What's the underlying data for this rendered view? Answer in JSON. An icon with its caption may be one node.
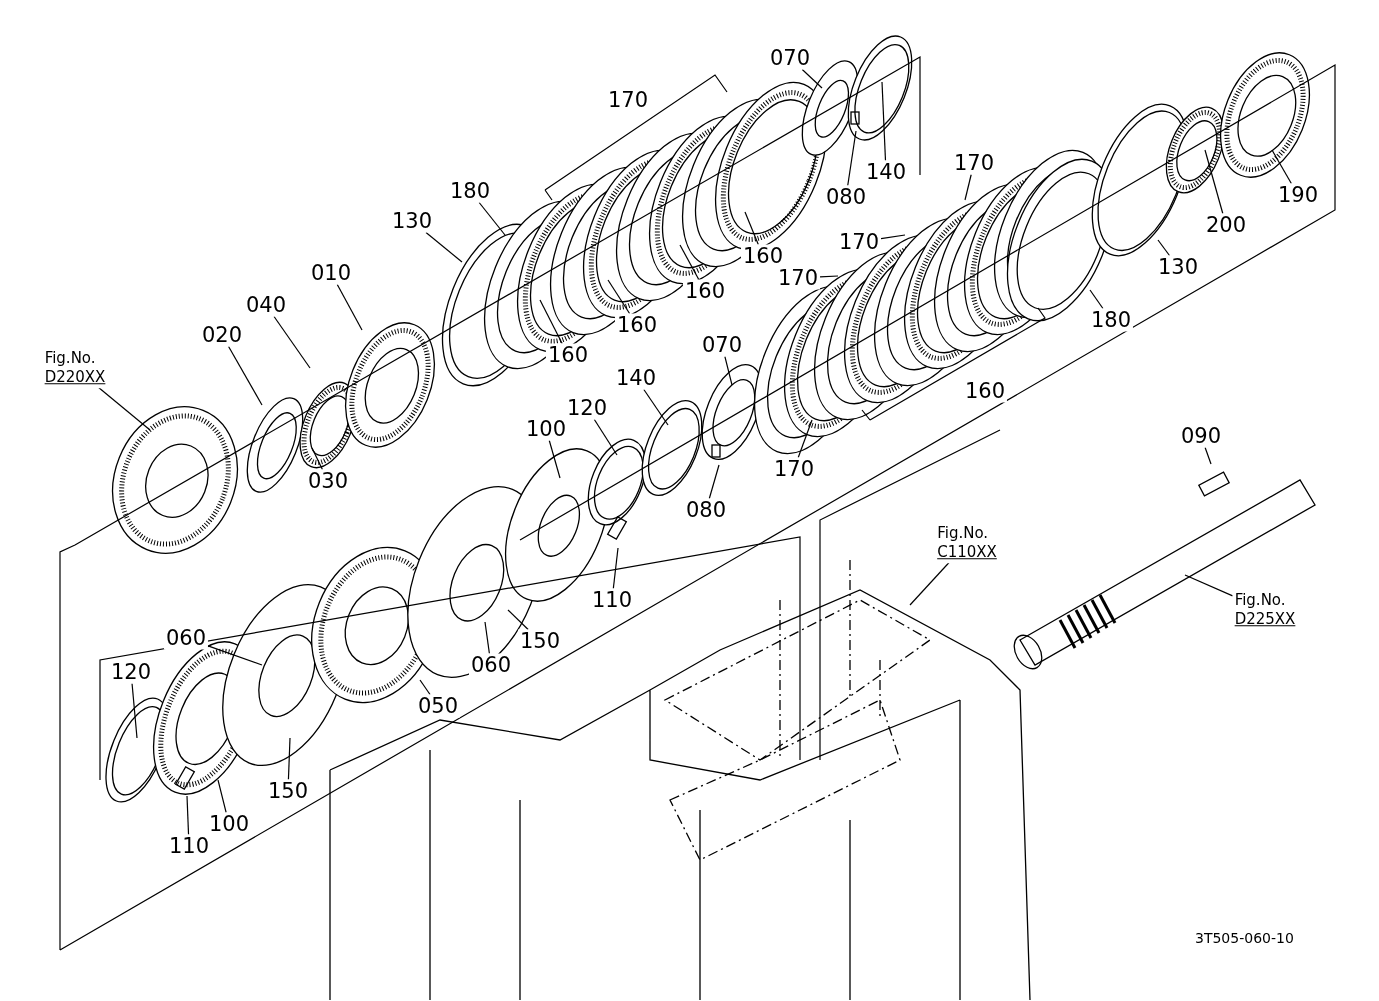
{
  "diagram": {
    "nodes": [
      {
        "text": [
          "Fig.No.",
          "D220XX"
        ]
      },
      {
        "text": [
          "020"
        ]
      },
      {
        "text": [
          "040"
        ]
      },
      {
        "text": [
          "010"
        ]
      },
      {
        "text": [
          "030"
        ]
      },
      {
        "text": [
          "130"
        ]
      },
      {
        "text": [
          "180"
        ]
      },
      {
        "text": [
          "170"
        ]
      },
      {
        "text": [
          "160"
        ]
      },
      {
        "text": [
          "160"
        ]
      },
      {
        "text": [
          "160"
        ]
      },
      {
        "text": [
          "160"
        ]
      },
      {
        "text": [
          "070"
        ]
      },
      {
        "text": [
          "080"
        ]
      },
      {
        "text": [
          "140"
        ]
      },
      {
        "text": [
          "170"
        ]
      },
      {
        "text": [
          "170"
        ]
      },
      {
        "text": [
          "170"
        ]
      },
      {
        "text": [
          "180"
        ]
      },
      {
        "text": [
          "160"
        ]
      },
      {
        "text": [
          "130"
        ]
      },
      {
        "text": [
          "200"
        ]
      },
      {
        "text": [
          "190"
        ]
      },
      {
        "text": [
          "070"
        ]
      },
      {
        "text": [
          "140"
        ]
      },
      {
        "text": [
          "120"
        ]
      },
      {
        "text": [
          "100"
        ]
      },
      {
        "text": [
          "080"
        ]
      },
      {
        "text": [
          "170"
        ]
      },
      {
        "text": [
          "110"
        ]
      },
      {
        "text": [
          "060"
        ]
      },
      {
        "text": [
          "120"
        ]
      },
      {
        "text": [
          "110"
        ]
      },
      {
        "text": [
          "100"
        ]
      },
      {
        "text": [
          "150"
        ]
      },
      {
        "text": [
          "050"
        ]
      },
      {
        "text": [
          "060"
        ]
      },
      {
        "text": [
          "150"
        ]
      },
      {
        "text": [
          "Fig.No.",
          "C110XX"
        ]
      },
      {
        "text": [
          "090"
        ]
      },
      {
        "text": [
          "Fig.No.",
          "D225XX"
        ]
      }
    ],
    "edges": [
      {
        "from": 0,
        "to": null,
        "arrow": "none"
      },
      {
        "from": 1,
        "to": null,
        "arrow": "none"
      },
      {
        "from": 2,
        "to": null,
        "arrow": "none"
      },
      {
        "from": 3,
        "to": null,
        "arrow": "none"
      },
      {
        "from": 4,
        "to": null,
        "arrow": "none"
      },
      {
        "from": 5,
        "to": null,
        "arrow": "none"
      },
      {
        "from": 6,
        "to": null,
        "arrow": "none"
      },
      {
        "from": 8,
        "to": null,
        "arrow": "none"
      },
      {
        "from": 9,
        "to": null,
        "arrow": "none"
      },
      {
        "from": 10,
        "to": null,
        "arrow": "none"
      },
      {
        "from": 11,
        "to": null,
        "arrow": "none"
      },
      {
        "from": 12,
        "to": null,
        "arrow": "none"
      },
      {
        "from": 13,
        "to": null,
        "arrow": "none"
      },
      {
        "from": 14,
        "to": null,
        "arrow": "none"
      },
      {
        "from": 15,
        "to": null,
        "arrow": "none"
      },
      {
        "from": 16,
        "to": null,
        "arrow": "none"
      },
      {
        "from": 17,
        "to": null,
        "arrow": "none"
      },
      {
        "from": 18,
        "to": null,
        "arrow": "none"
      },
      {
        "from": 20,
        "to": null,
        "arrow": "none"
      },
      {
        "from": 21,
        "to": null,
        "arrow": "none"
      },
      {
        "from": 22,
        "to": null,
        "arrow": "none"
      },
      {
        "from": 23,
        "to": null,
        "arrow": "none"
      },
      {
        "from": 24,
        "to": null,
        "arrow": "none"
      },
      {
        "from": 25,
        "to": null,
        "arrow": "none"
      },
      {
        "from": 26,
        "to": null,
        "arrow": "none"
      },
      {
        "from": 27,
        "to": null,
        "arrow": "none"
      },
      {
        "from": 28,
        "to": null,
        "arrow": "none"
      },
      {
        "from": 29,
        "to": null,
        "arrow": "none"
      },
      {
        "from": 30,
        "to": null,
        "arrow": "none"
      },
      {
        "from": 31,
        "to": null,
        "arrow": "none"
      },
      {
        "from": 32,
        "to": null,
        "arrow": "none"
      },
      {
        "from": 33,
        "to": null,
        "arrow": "none"
      },
      {
        "from": 34,
        "to": null,
        "arrow": "none"
      },
      {
        "from": 35,
        "to": null,
        "arrow": "none"
      },
      {
        "from": 36,
        "to": null,
        "arrow": "none"
      },
      {
        "from": 37,
        "to": null,
        "arrow": "none"
      },
      {
        "from": 38,
        "to": null,
        "arrow": "none"
      },
      {
        "from": 39,
        "to": null,
        "arrow": "none"
      },
      {
        "from": 40,
        "to": null,
        "arrow": "none"
      }
    ],
    "labels": [
      "3T505-060-10"
    ]
  }
}
